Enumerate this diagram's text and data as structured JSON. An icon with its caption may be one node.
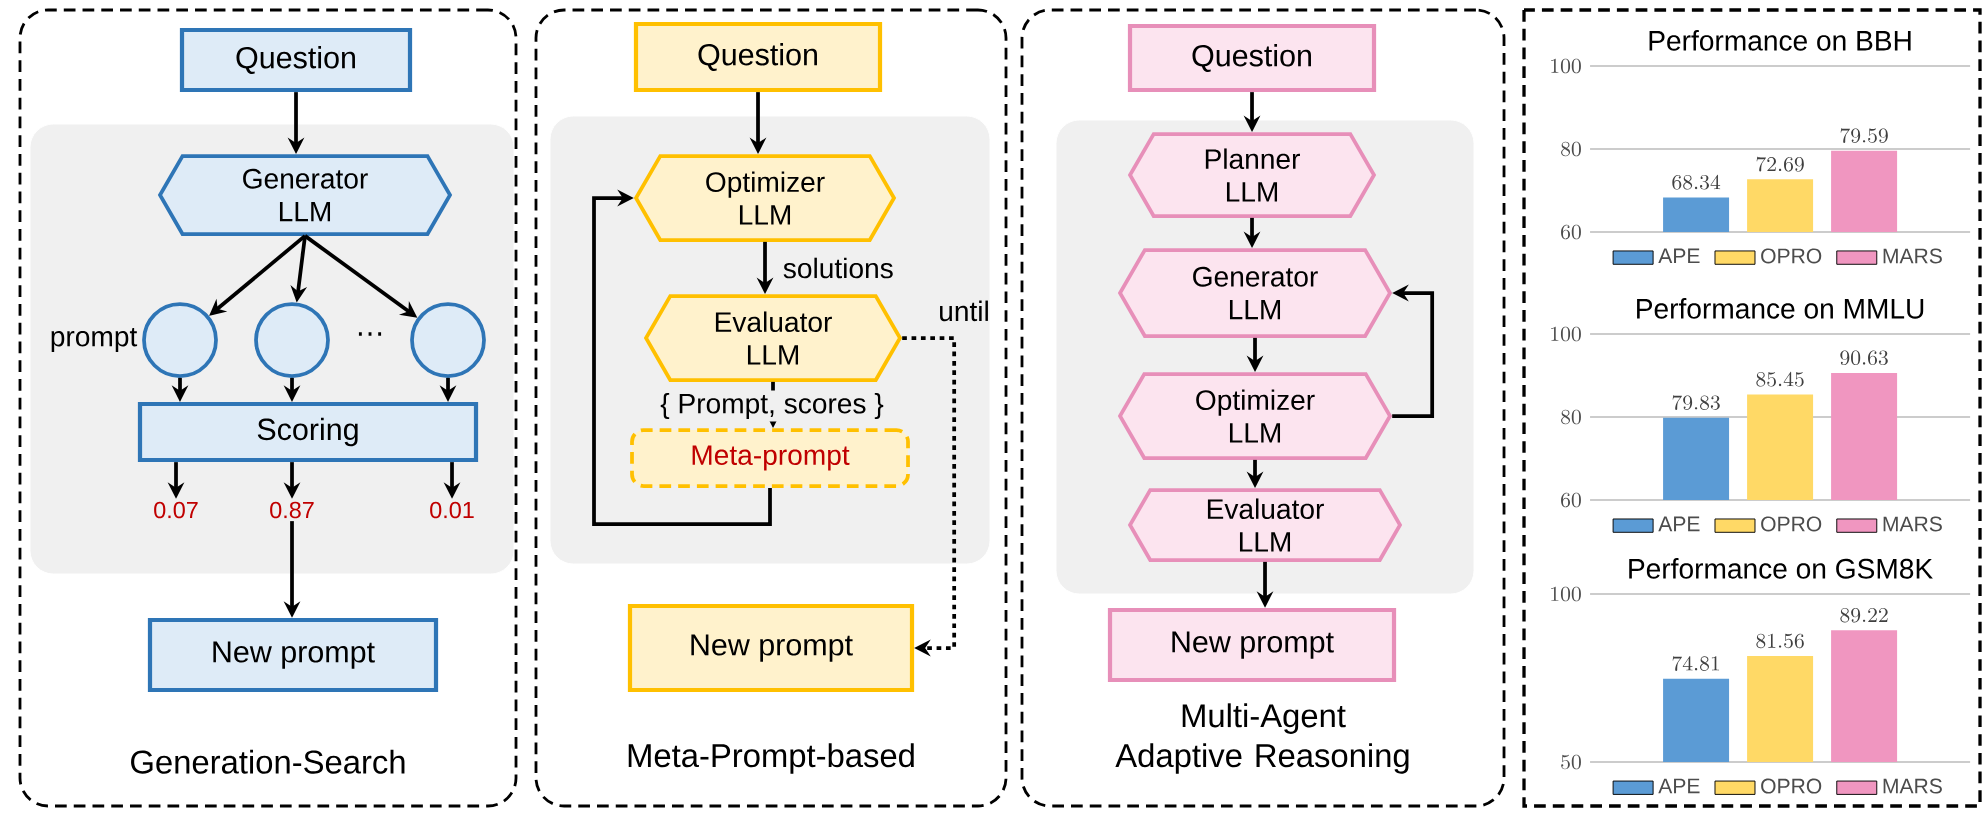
{
  "diagram": {
    "nodes": [
      {
        "text": [
          "Generation-Search"
        ]
      },
      {
        "text": [
          "Question"
        ],
        "in": 0
      },
      {
        "text": [
          "Generator LLM"
        ],
        "in": 0
      },
      {
        "text": [],
        "shape": "circle",
        "beside": [
          "prompt"
        ],
        "in": 0
      },
      {
        "text": [],
        "shape": "circle",
        "in": 0
      },
      {
        "text": [],
        "shape": "circle",
        "in": 0
      },
      {
        "text": [
          "Scoring"
        ],
        "in": 0
      },
      {
        "text": [
          "0.07"
        ],
        "in": 0
      },
      {
        "text": [
          "0.87"
        ],
        "in": 0
      },
      {
        "text": [
          "0.01"
        ],
        "in": 0
      },
      {
        "text": [
          "New prompt"
        ],
        "in": 0
      },
      {
        "text": [
          "Meta-Prompt-based"
        ]
      },
      {
        "text": [
          "Question"
        ],
        "in": 11
      },
      {
        "text": [
          "Optimizer LLM"
        ],
        "in": 11
      },
      {
        "text": [
          "Evaluator LLM"
        ],
        "in": 11
      },
      {
        "text": [
          "Meta-prompt"
        ],
        "in": 11
      },
      {
        "text": [
          "New prompt"
        ],
        "in": 11
      },
      {
        "text": [
          "Multi-Agent Adaptive Reasoning"
        ]
      },
      {
        "text": [
          "Question"
        ],
        "in": 17
      },
      {
        "text": [
          "Planner LLM"
        ],
        "in": 17
      },
      {
        "text": [
          "Generator LLM"
        ],
        "in": 17
      },
      {
        "text": [
          "Optimizer LLM"
        ],
        "in": 17
      },
      {
        "text": [
          "Evaluator LLM"
        ],
        "in": 17
      },
      {
        "text": [
          "New prompt"
        ],
        "in": 17
      }
    ],
    "edges": [
      {
        "from": 1,
        "to": 2,
        "arrow": "to"
      },
      {
        "from": 2,
        "to": 3,
        "arrow": "to"
      },
      {
        "from": 2,
        "to": 4,
        "arrow": "to"
      },
      {
        "from": 2,
        "to": 5,
        "arrow": "to"
      },
      {
        "from": 3,
        "to": 6,
        "arrow": "to"
      },
      {
        "from": 4,
        "to": 6,
        "arrow": "to"
      },
      {
        "from": 5,
        "to": 6,
        "arrow": "to"
      },
      {
        "from": 6,
        "to": 7,
        "arrow": "to"
      },
      {
        "from": 6,
        "to": 8,
        "arrow": "to"
      },
      {
        "from": 6,
        "to": 9,
        "arrow": "to"
      },
      {
        "from": 8,
        "to": 10,
        "arrow": "to"
      },
      {
        "from": 12,
        "to": 13,
        "arrow": "to"
      },
      {
        "from": 13,
        "to": 14,
        "arrow": "to",
        "label": "solutions"
      },
      {
        "from": 14,
        "to": 15,
        "arrow": "to",
        "label": "{ Prompt, scores }"
      },
      {
        "from": 15,
        "to": 13,
        "arrow": "to"
      },
      {
        "from": 14,
        "to": 16,
        "arrow": "to",
        "label": "until",
        "style": "dashed"
      },
      {
        "from": 18,
        "to": 19,
        "arrow": "to"
      },
      {
        "from": 19,
        "to": 20,
        "arrow": "to"
      },
      {
        "from": 20,
        "to": 21,
        "arrow": "to"
      },
      {
        "from": 21,
        "to": 20,
        "arrow": "to"
      },
      {
        "from": 21,
        "to": 22,
        "arrow": "to"
      },
      {
        "from": 22,
        "to": 23,
        "arrow": "to"
      }
    ],
    "labels": [
      "…"
    ],
    "chart_data": [
      {
        "type": "bar",
        "title": "Performance on BBH",
        "series": [
          {
            "name": "APE",
            "color": "#5b9bd5",
            "values": [
              68.34
            ]
          },
          {
            "name": "OPRO",
            "color": "#ffd966",
            "values": [
              72.69
            ]
          },
          {
            "name": "MARS",
            "color": "#f096c0",
            "values": [
              79.59
            ]
          }
        ],
        "ylim": [
          60,
          100
        ],
        "yticks": [
          60,
          80,
          100
        ],
        "data_labels": true,
        "legend": "bottom"
      },
      {
        "type": "bar",
        "title": "Performance on MMLU",
        "series": [
          {
            "name": "APE",
            "color": "#5b9bd5",
            "values": [
              79.83
            ]
          },
          {
            "name": "OPRO",
            "color": "#ffd966",
            "values": [
              85.45
            ]
          },
          {
            "name": "MARS",
            "color": "#f096c0",
            "values": [
              90.63
            ]
          }
        ],
        "ylim": [
          60,
          100
        ],
        "yticks": [
          60,
          80,
          100
        ],
        "data_labels": true,
        "legend": "bottom"
      },
      {
        "type": "bar",
        "title": "Performance on GSM8K",
        "series": [
          {
            "name": "APE",
            "color": "#5b9bd5",
            "values": [
              74.81
            ]
          },
          {
            "name": "OPRO",
            "color": "#ffd966",
            "values": [
              81.56
            ]
          },
          {
            "name": "MARS",
            "color": "#f096c0",
            "values": [
              89.22
            ]
          }
        ],
        "ylim": [
          50,
          100
        ],
        "yticks": [
          50,
          100
        ],
        "data_labels": true,
        "legend": "bottom"
      }
    ]
  }
}
